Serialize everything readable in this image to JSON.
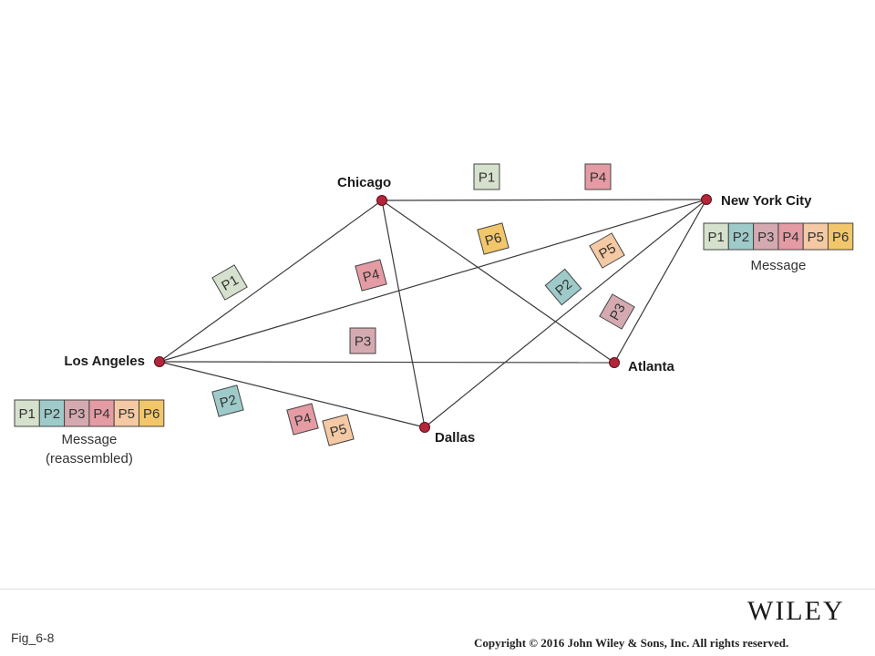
{
  "cities": [
    {
      "id": "chicago",
      "name": "Chicago"
    },
    {
      "id": "nyc",
      "name": "New York City"
    },
    {
      "id": "la",
      "name": "Los Angeles"
    },
    {
      "id": "atlanta",
      "name": "Atlanta"
    },
    {
      "id": "dallas",
      "name": "Dallas"
    }
  ],
  "links": [
    [
      "chicago",
      "nyc"
    ],
    [
      "chicago",
      "la"
    ],
    [
      "chicago",
      "dallas"
    ],
    [
      "chicago",
      "atlanta"
    ],
    [
      "nyc",
      "la"
    ],
    [
      "nyc",
      "dallas"
    ],
    [
      "nyc",
      "atlanta"
    ],
    [
      "la",
      "atlanta"
    ],
    [
      "la",
      "dallas"
    ]
  ],
  "packet_colors": {
    "P1": "#d5e1cc",
    "P2": "#9ecbc9",
    "P3": "#d4aab0",
    "P4": "#e49ba4",
    "P5": "#f4c9a3",
    "P6": "#f2c66a"
  },
  "packets": [
    {
      "label": "P1"
    },
    {
      "label": "P4"
    },
    {
      "label": "P6"
    },
    {
      "label": "P5"
    },
    {
      "label": "P1"
    },
    {
      "label": "P4"
    },
    {
      "label": "P2"
    },
    {
      "label": "P3"
    },
    {
      "label": "P3"
    },
    {
      "label": "P2"
    },
    {
      "label": "P4"
    },
    {
      "label": "P5"
    }
  ],
  "messages": [
    {
      "id": "nyc-message",
      "cells": [
        "P1",
        "P2",
        "P3",
        "P4",
        "P5",
        "P6"
      ],
      "caption": [
        "Message"
      ]
    },
    {
      "id": "la-message",
      "cells": [
        "P1",
        "P2",
        "P3",
        "P4",
        "P5",
        "P6"
      ],
      "caption": [
        "Message",
        "(reassembled)"
      ]
    }
  ],
  "node_color": "#b5253a",
  "footer": {
    "figure_label": "Fig_6-8",
    "publisher": "WILEY",
    "copyright": "Copyright © 2016 John Wiley & Sons, Inc. All rights reserved."
  }
}
